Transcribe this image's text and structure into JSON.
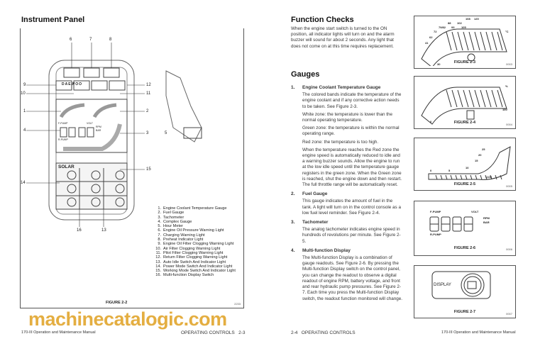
{
  "left_page": {
    "title": "Instrument Panel",
    "figure": {
      "label": "FIGURE 2-2",
      "id": "2233",
      "brand": "DAEWOO",
      "model": "SOLAR",
      "gauge_labels": {
        "f_pump": "F-PUMP",
        "r_pump": "R-PUMP",
        "volt": "VOLT",
        "rpm": "RPM",
        "bar": "BAR"
      },
      "callouts": [
        "1",
        "2",
        "3",
        "4",
        "5",
        "6",
        "7",
        "8",
        "9",
        "10",
        "11",
        "12",
        "13",
        "14",
        "15",
        "16"
      ]
    },
    "legend": [
      {
        "n": "1.",
        "t": "Engine Coolant Temperature Gauge"
      },
      {
        "n": "2.",
        "t": "Fuel Gauge"
      },
      {
        "n": "3.",
        "t": "Tachometer"
      },
      {
        "n": "4.",
        "t": "Complex Gauge"
      },
      {
        "n": "5.",
        "t": "Hour Meter"
      },
      {
        "n": "6.",
        "t": "Engine Oil Pressure Warning Light"
      },
      {
        "n": "7.",
        "t": "Charging Warning Light"
      },
      {
        "n": "8.",
        "t": "Preheat Indicator Light"
      },
      {
        "n": "9.",
        "t": "Engine Oil Filter Clogging Warning Light"
      },
      {
        "n": "10.",
        "t": "Air Filter Clogging Warning Light"
      },
      {
        "n": "11.",
        "t": "Pilot Filter Clogging Warning Light"
      },
      {
        "n": "12.",
        "t": "Return Filter Clogging Warning Light"
      },
      {
        "n": "13.",
        "t": "Auto Idle Switch And Indicator Light"
      },
      {
        "n": "14.",
        "t": "Power Mode Switch And Indicator Light"
      },
      {
        "n": "15.",
        "t": "Working Mode Switch And Indicator Light"
      },
      {
        "n": "16.",
        "t": "Multi-function Display Switch"
      }
    ],
    "footer_manual": "170-III Operation and Maintenance Manual",
    "footer_section": "OPERATING CONTROLS   2-3"
  },
  "right_page": {
    "function_checks": {
      "title": "Function Checks",
      "text": "When the engine start switch is turned to the ON position, all indicator lights will turn on and the alarm buzzer will sound for about 2 seconds. Any light that does not come on at this time requires replacement."
    },
    "gauges_title": "Gauges",
    "items": [
      {
        "num": "1.",
        "title": "Engine Coolant Temperature Gauge",
        "paras": [
          "The colored bands indicate the temperature of the engine coolant and if any corrective action needs to be taken. See Figure 2-3.",
          "White zone: the temperature is lower than the normal operating temperature.",
          "Green zone: the temperature is within the normal operating range.",
          "Red zone: the temperature is too high.",
          "When the temperature reaches the Red zone the engine speed is automatically reduced to idle and a warning buzzer sounds. Allow the engine to run at the low idle speed until the temperature gauge registers in the green zone. When the Green zone is reached, shut the engine down and then restart. The full throttle range will be automatically reset."
        ]
      },
      {
        "num": "2.",
        "title": "Fuel Gauge",
        "paras": [
          "This gauge indicates the amount of fuel in the tank. A light will turn on in the control console as a low fuel level reminder. See Figure 2-4."
        ]
      },
      {
        "num": "3.",
        "title": "Tachometer",
        "paras": [
          "The analog tachometer indicates engine speed in hundreds of revolutions per minute. See Figure 2-5."
        ]
      },
      {
        "num": "4.",
        "title": "Multi-function Display",
        "paras": [
          "The Multi-function Display is a combination of gauge readouts. See Figure 2-6. By pressing the Multi-function Display switch on the control panel, you can change the readout to observe a digital readout of engine RPM, battery voltage, and front and rear hydraulic pump pressures. See Figure 2-7. Each time you press the Multi-function Display switch, the readout function monitored will change."
        ]
      }
    ],
    "figures": [
      {
        "label": "FIGURE 2-3",
        "id": "0003",
        "ticks": [
          "30",
          "41",
          "62",
          "72",
          "79/82",
          "88",
          "93",
          "102",
          "105",
          "108",
          "120"
        ],
        "unit": "°C"
      },
      {
        "label": "FIGURE 2-4",
        "id": "0004",
        "min": "0",
        "max": "100",
        "unit": "%"
      },
      {
        "label": "FIGURE 2-5",
        "id": "0005",
        "ticks": [
          "0",
          "5",
          "10",
          "15",
          "20",
          "25"
        ],
        "unit": "×100"
      },
      {
        "label": "FIGURE 2-6",
        "id": "0006",
        "f_pump": "F-PUMP",
        "r_pump": "R-PUMP",
        "volt": "VOLT",
        "rpm": "RPM",
        "bar": "BAR"
      },
      {
        "label": "FIGURE 2-7",
        "id": "0007",
        "display": "DISPLAY"
      }
    ],
    "footer_section": "2-4   OPERATING CONTROLS",
    "footer_manual": "170-III Operation and Maintenance Manual"
  },
  "watermark": "machinecatalogic.com"
}
